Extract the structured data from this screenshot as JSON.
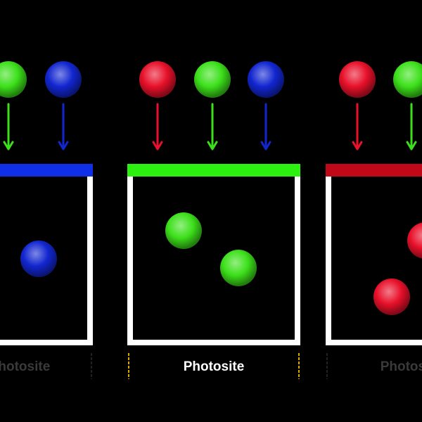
{
  "colors": {
    "red": "#e8102a",
    "green": "#3ce01a",
    "blue": "#1226d0",
    "filter_blue": "#1030e8",
    "filter_green": "#2cf010",
    "filter_red": "#c00818",
    "frame": "#ffffff",
    "label_active": "#ffffff",
    "label_dim": "#3a3a3a",
    "tick_active": "#d8a800",
    "tick_dim": "#222222"
  },
  "panels": [
    {
      "filter": "blue",
      "incoming_photons": [
        "green",
        "blue"
      ],
      "captured_photons": [
        "blue"
      ],
      "label": "Photosite",
      "active": false
    },
    {
      "filter": "green",
      "incoming_photons": [
        "red",
        "green",
        "blue"
      ],
      "captured_photons": [
        "green",
        "green"
      ],
      "label": "Photosite",
      "active": true
    },
    {
      "filter": "red",
      "incoming_photons": [
        "red",
        "green"
      ],
      "captured_photons": [
        "red",
        "red"
      ],
      "label": "Photosite",
      "active": false
    }
  ]
}
